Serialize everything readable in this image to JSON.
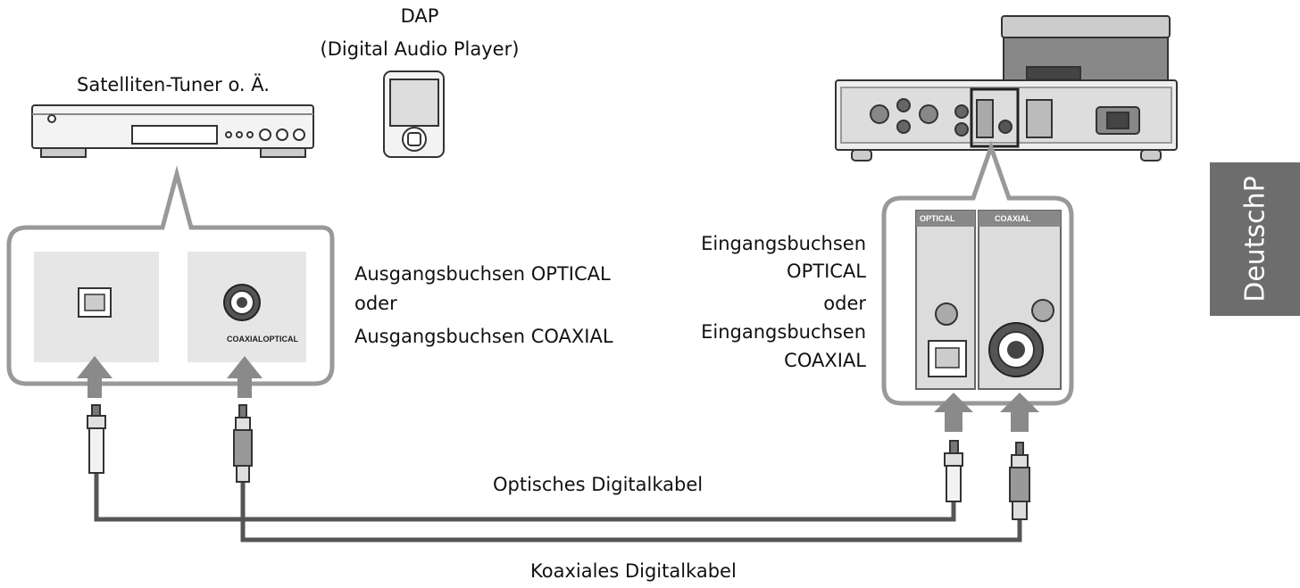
{
  "labels": {
    "dap_title": "DAP",
    "dap_subtitle": "(Digital Audio Player)",
    "satellite_tuner": "Satelliten-Tuner o. Ä.",
    "output_line1": "Ausgangsbuchsen OPTICAL",
    "output_line2": "oder",
    "output_line3": "Ausgangsbuchsen COAXIAL",
    "input_line1": "Eingangsbuchsen",
    "input_line2": "OPTICAL",
    "input_line3": "oder",
    "input_line4": "Eingangsbuchsen",
    "input_line5": "COAXIAL",
    "optical_cable": "Optisches Digitalkabel",
    "coaxial_cable": "Koaxiales Digitalkabel",
    "source_jack_label": "COAXIALOPTICAL",
    "amp_optical_label": "OPTICAL",
    "amp_coaxial_label": "COAXIAL"
  },
  "language_tab": "DeutschP",
  "colors": {
    "line": "#555555",
    "panel_fill": "#e6e6e6",
    "arrow": "#8a8a8a",
    "tab_background": "#6d6d6d"
  }
}
